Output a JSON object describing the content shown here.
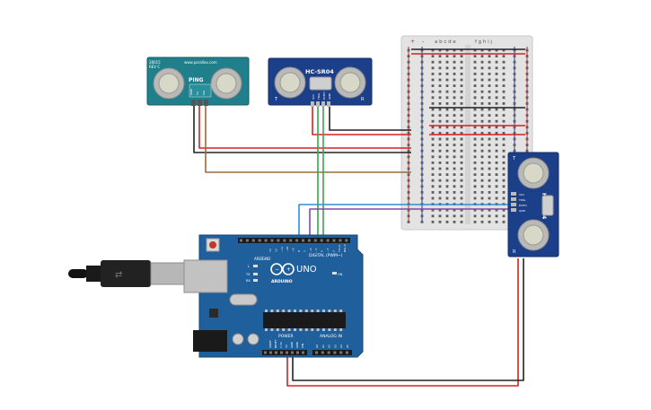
{
  "ping_sensor": {
    "brand_text": "www.parallax.com",
    "model_top": "28015",
    "model_rev": "REV C",
    "logo": "PING",
    "pins": [
      "GND",
      "5V",
      "SIG"
    ]
  },
  "hcsr04_top": {
    "title": "HC-SR04",
    "pins": [
      "VCC",
      "TRIG",
      "ECHO",
      "GND"
    ],
    "side_left": "T",
    "side_right": "R"
  },
  "hcsr04_right": {
    "title": "HC-SR04",
    "pins": [
      "VCC",
      "TRIG",
      "ECHO",
      "GND"
    ],
    "side_top": "T",
    "side_bottom": "R"
  },
  "breadboard": {
    "cols_left": "a b c d e",
    "cols_right": "f g h i j",
    "rail_plus": "+",
    "rail_minus": "-"
  },
  "arduino": {
    "model": "UNO",
    "brand": "ARDUINO",
    "digital_label": "DIGITAL (PWM~)",
    "power_label": "POWER",
    "analog_label": "ANALOG IN",
    "aref": "AREF",
    "gnd": "GND",
    "tx": "TX",
    "rx": "RX",
    "l": "L",
    "on": "ON",
    "power_pins": [
      "IOREF",
      "RESET",
      "3.3V",
      "5V",
      "GND",
      "GND",
      "VIN"
    ],
    "analog_pins": [
      "A0",
      "A1",
      "A2",
      "A3",
      "A4",
      "A5"
    ],
    "digital_pins": [
      "13",
      "12",
      "~11",
      "~10",
      "~9",
      "8",
      "7",
      "~6",
      "~5",
      "4",
      "~3",
      "2",
      "TX→1",
      "RX←0"
    ]
  },
  "colors": {
    "wire_red": "#d62020",
    "wire_black": "#222222",
    "wire_brown": "#9a6a3c",
    "wire_green": "#3aa54a",
    "wire_blue": "#2f8fd0",
    "wire_purple": "#7c4aa8",
    "board_blue": "#1f5f9c",
    "sensor_teal": "#1f7f8a",
    "sensor_navy": "#1c3f8a"
  }
}
